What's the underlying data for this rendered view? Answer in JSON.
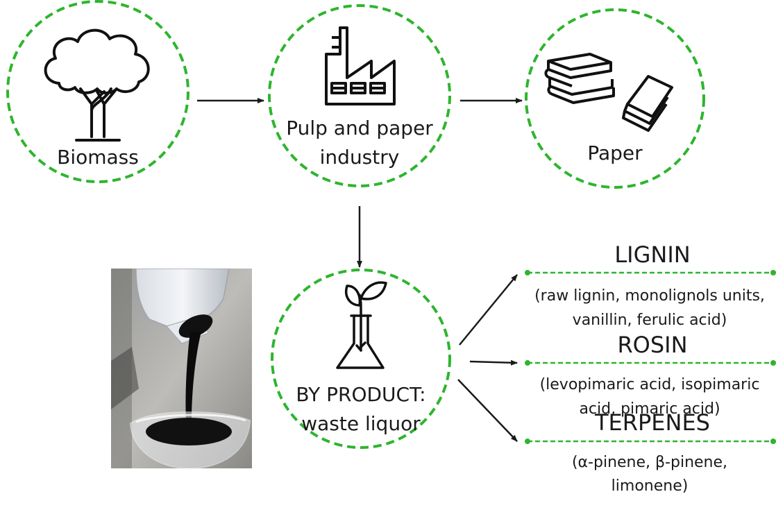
{
  "nodes": {
    "biomass": {
      "label": "Biomass",
      "icon": "tree-icon"
    },
    "industry": {
      "label_line1": "Pulp and paper",
      "label_line2": "industry",
      "icon": "factory-icon"
    },
    "paper": {
      "label": "Paper",
      "icon": "books-and-paper-icon"
    },
    "byproduct": {
      "label_line1": "BY PRODUCT:",
      "label_line2": "waste liquor",
      "icon": "flask-with-plant-icon"
    }
  },
  "photo": {
    "icon": "pouring-black-liquor-photo"
  },
  "products": [
    {
      "title": "LIGNIN",
      "desc_line1": "(raw lignin, monolignols units,",
      "desc_line2": "vanillin, ferulic acid)"
    },
    {
      "title": "ROSIN",
      "desc_line1": "(levopimaric acid, isopimaric",
      "desc_line2": "acid, pimaric acid)"
    },
    {
      "title": "TERPENES",
      "desc_line1": "(α-pinene, β-pinene,",
      "desc_line2": "limonene)"
    }
  ],
  "colors": {
    "circle_border": "#2db52d",
    "arrow": "#1a1a1a",
    "text": "#1a1a1a"
  }
}
